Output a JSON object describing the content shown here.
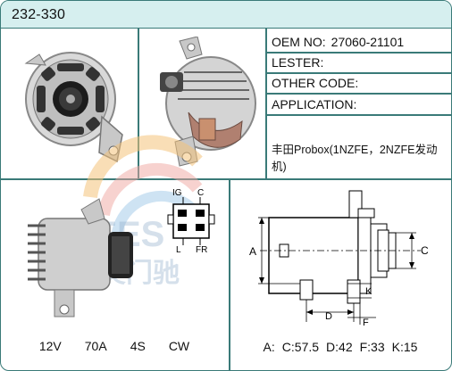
{
  "header": {
    "part_number": "232-330"
  },
  "info": {
    "oem_label": "OEM NO:",
    "oem_value": "27060-21101",
    "lester_label": "LESTER:",
    "lester_value": "",
    "other_code_label": "OTHER CODE:",
    "other_code_value": "",
    "application_label": "APPLICATION:",
    "application_value": "丰田Probox(1NZFE，2NZFE发动机)"
  },
  "connector": {
    "pin_ig": "IG",
    "pin_c": "C",
    "pin_l": "L",
    "pin_fr": "FR"
  },
  "specs": {
    "voltage": "12V",
    "amperage": "70A",
    "pulley": "4S",
    "rotation": "CW"
  },
  "diagram_labels": {
    "a": "A",
    "c": "C",
    "k": "K",
    "d": "D",
    "f": "F"
  },
  "dimensions": {
    "a": "A:",
    "c": "C:57.5",
    "d": "D:42",
    "f": "F:33",
    "k": "K:15"
  },
  "colors": {
    "border": "#3a7a78",
    "header_bg": "#d6efef"
  },
  "watermark": {
    "text": "MEES",
    "subtext": "美门驰"
  }
}
